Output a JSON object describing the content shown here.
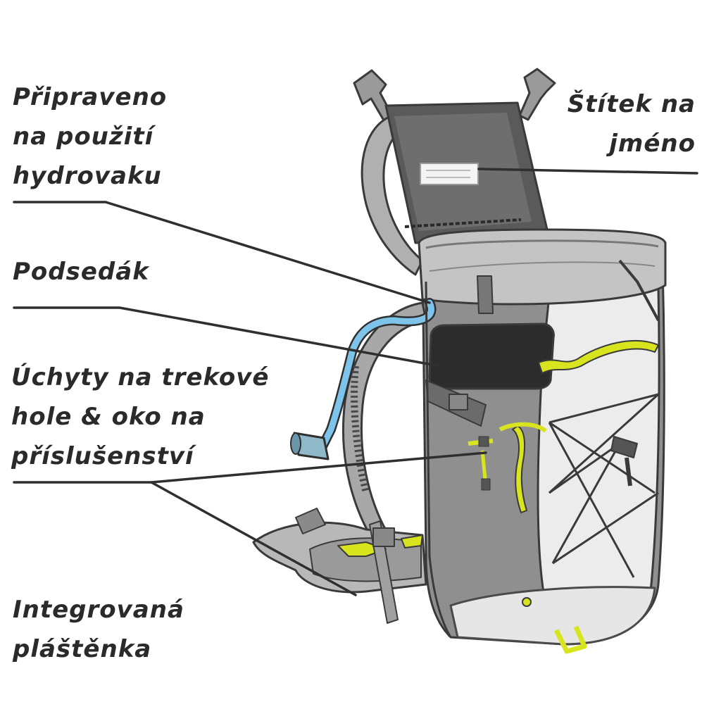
{
  "callouts": {
    "hydration": {
      "lines": [
        "Připraveno",
        "na použití",
        "hydrovaku"
      ]
    },
    "name_tag": {
      "lines": [
        "Štítek na",
        "jméno"
      ]
    },
    "seat_pad": {
      "lines": [
        "Podsedák"
      ]
    },
    "pole_holders": {
      "lines": [
        "Úchyty na trekové",
        "hole & oko na",
        "příslušenství"
      ]
    },
    "rain_cover": {
      "lines": [
        "Integrovaná",
        "pláštěnka"
      ]
    }
  },
  "colors": {
    "text": "#2a2a2a",
    "leader_line": "#2f2f2f",
    "pack_dark": "#4e4e4e",
    "pack_mid": "#8c8c8c",
    "pack_light": "#c8c8c8",
    "pack_white": "#ececec",
    "accent_yellow": "#d8e51e",
    "hydration_tube": "#7dc3ea"
  }
}
